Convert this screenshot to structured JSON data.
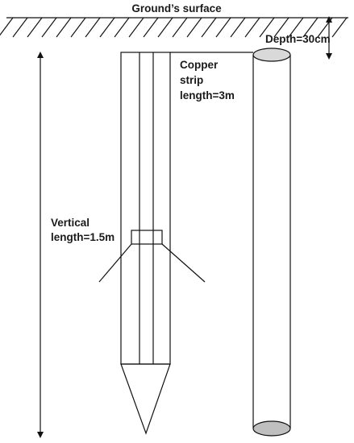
{
  "labels": {
    "ground_surface": "Ground’s surface",
    "depth": "Depth=30cm",
    "copper_strip": [
      "Copper",
      "strip",
      "length=3m"
    ],
    "vertical_length": [
      "Vertical",
      "length=1.5m"
    ]
  },
  "colors": {
    "line": "#111111",
    "cylinder_top": "#d9d9d9",
    "cylinder_bottom": "#bfbfbf",
    "background": "#ffffff"
  }
}
